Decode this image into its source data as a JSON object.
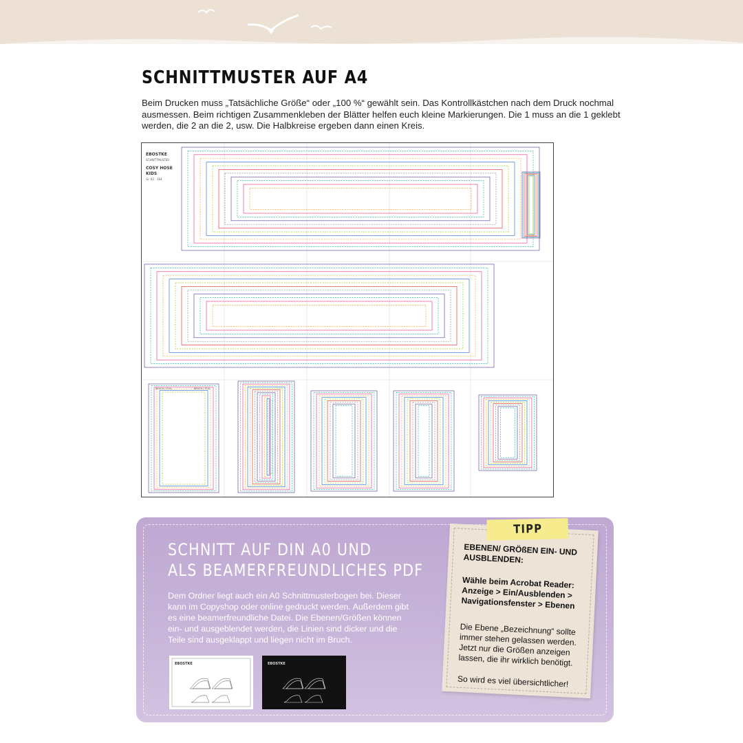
{
  "document": {
    "title": "SCHNITTMUSTER AUF A4",
    "intro": "Beim Drucken muss „Tatsächliche Größe“ oder „100 %“ gewählt sein. Das Kontrollkästchen nach dem Druck nochmal ausmessen. Beim richtigen Zusammenkleben der Blätter helfen euch kleine Markierungen. Die 1 muss an die 1 geklebt werden, die 2 an die 2, usw. Die Halbkreise ergeben dann einen Kreis."
  },
  "pattern_sheet": {
    "brand": "EBOSTKE",
    "brand_sub": "SCHNITTMUSTER",
    "product_line1": "COSY HOSE",
    "product_line2": "KIDS",
    "sizes": "Gr. 62 - 164",
    "fold_label": "BRUCH / FOIL",
    "colors": [
      "#6a4fa0",
      "#2fb3a8",
      "#e94b8a",
      "#f2a93b",
      "#3a7bd5",
      "#9acd32",
      "#e2463b",
      "#8a8a8a"
    ]
  },
  "info_box": {
    "heading_line1": "SCHNITT AUF DIN A0 UND",
    "heading_line2": "ALS BEAMERFREUNDLICHES PDF",
    "text": "Dem Ordner liegt auch ein A0 Schnittmusterbogen bei. Dieser kann im Copyshop oder online gedruckt werden. Außerdem gibt es eine beamerfreundliche Datei. Die Ebenen/Größen können ein- und ausgeblendet werden, die Linien sind dicker und die Teile sind ausgeklappt und liegen nicht im Bruch.",
    "background_color": "#c4b0d6"
  },
  "tip": {
    "label": "TIPP",
    "heading": "EBENEN/ GRÖßEN EIN- UND AUSBLENDEN:",
    "instruction": "Wähle beim Acrobat Reader: Anzeige > Ein/Ausblenden > Navigationsfenster > Ebenen",
    "body": "Die Ebene „Bezeichnung“ sollte immer stehen gelassen werden. Jetzt nur die Größen anzeigen lassen, die ihr wirklich benötigt.",
    "closing": "So wird es viel übersichtlicher!",
    "tape_color": "#f6ec8d"
  }
}
